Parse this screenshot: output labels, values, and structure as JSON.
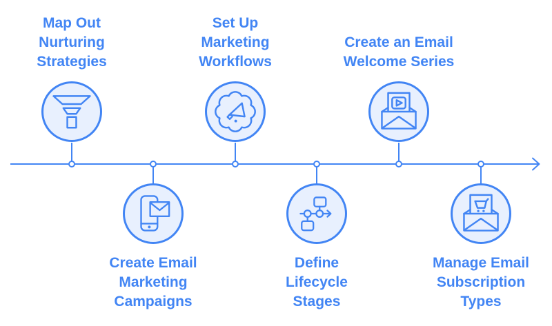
{
  "colors": {
    "accent": "#4285F4",
    "circle_fill": "#E8F0FE",
    "background": "#FFFFFF",
    "dot_fill": "#FFFFFF"
  },
  "timeline": {
    "direction": "left-to-right",
    "steps": [
      {
        "label": "Map Out\nNurturing\nStrategies",
        "icon": "funnel-icon",
        "side": "above"
      },
      {
        "label": "Create Email\nMarketing\nCampaigns",
        "icon": "phone-email-icon",
        "side": "below"
      },
      {
        "label": "Set Up\nMarketing\nWorkflows",
        "icon": "gear-megaphone-icon",
        "side": "above"
      },
      {
        "label": "Define\nLifecycle\nStages",
        "icon": "flowchart-icon",
        "side": "below"
      },
      {
        "label": "Create an Email\nWelcome Series",
        "icon": "envelope-video-icon",
        "side": "above"
      },
      {
        "label": "Manage Email\nSubscription\nTypes",
        "icon": "envelope-cart-icon",
        "side": "below"
      }
    ]
  }
}
